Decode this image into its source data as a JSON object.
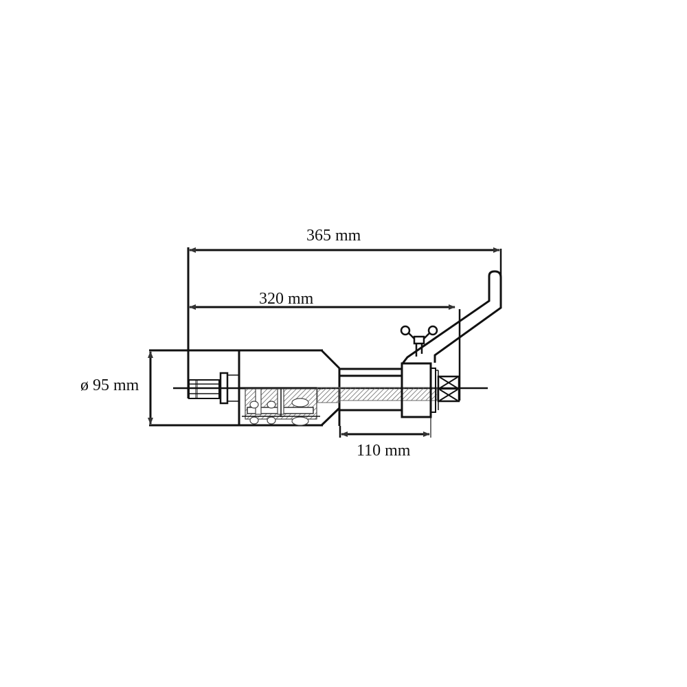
{
  "drawing": {
    "type": "technical side-view drawing",
    "subject": "tool with cylindrical body, tapered nose, shaft, clamp collar with wing nut and angled handle",
    "colors": {
      "line": "#111111",
      "hatch": "#555555",
      "background": "#ffffff"
    }
  },
  "dimensions": {
    "overall_length": {
      "label": "365 mm",
      "value": 365,
      "unit": "mm"
    },
    "body_to_clamp_length": {
      "label": "320 mm",
      "value": 320,
      "unit": "mm"
    },
    "body_diameter": {
      "label": "ø 95 mm",
      "value": 95,
      "unit": "mm"
    },
    "shaft_length": {
      "label": "110 mm",
      "value": 110,
      "unit": "mm"
    }
  },
  "parts": [
    {
      "name": "connector-stub"
    },
    {
      "name": "flange-ring"
    },
    {
      "name": "cylindrical-body"
    },
    {
      "name": "tapered-nose"
    },
    {
      "name": "shaft"
    },
    {
      "name": "clamp-collar"
    },
    {
      "name": "wing-nut"
    },
    {
      "name": "angled-handle"
    },
    {
      "name": "end-cap"
    }
  ]
}
